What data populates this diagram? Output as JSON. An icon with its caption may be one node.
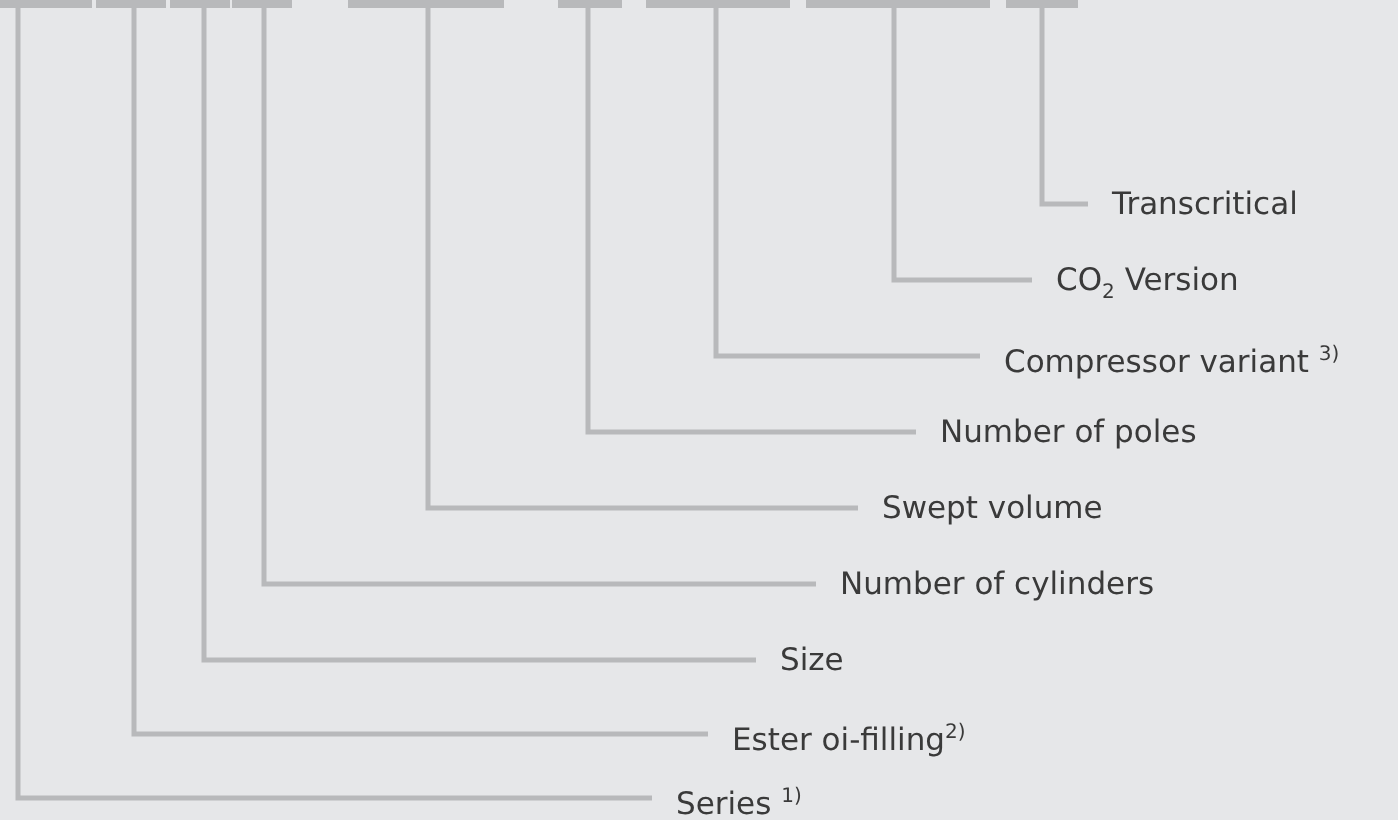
{
  "diagram": {
    "nodes": [
      {
        "text": [],
        "shape": "bar"
      },
      {
        "text": [],
        "shape": "bar"
      },
      {
        "text": [],
        "shape": "bar"
      },
      {
        "text": [],
        "shape": "bar"
      },
      {
        "text": [],
        "shape": "bar"
      },
      {
        "text": [],
        "shape": "bar"
      },
      {
        "text": [],
        "shape": "bar"
      },
      {
        "text": [],
        "shape": "bar"
      },
      {
        "text": [],
        "shape": "bar"
      },
      {
        "text": [
          "Transcritical"
        ]
      },
      {
        "text": [
          "CO$_{2}$ Version"
        ]
      },
      {
        "text": [
          "Compressor variant $^{3)}$"
        ]
      },
      {
        "text": [
          "Number of poles"
        ]
      },
      {
        "text": [
          "Swept volume"
        ]
      },
      {
        "text": [
          "Number of cylinders"
        ]
      },
      {
        "text": [
          "Size"
        ]
      },
      {
        "text": [
          "Ester oi-filling$^{2)}$"
        ]
      },
      {
        "text": [
          "Series $^{1)}$"
        ]
      }
    ],
    "edges": [
      {
        "from": 0,
        "to": 17,
        "arrow": "none"
      },
      {
        "from": 1,
        "to": 16,
        "arrow": "none"
      },
      {
        "from": 2,
        "to": 15,
        "arrow": "none"
      },
      {
        "from": 3,
        "to": 14,
        "arrow": "none"
      },
      {
        "from": 4,
        "to": 13,
        "arrow": "none"
      },
      {
        "from": 5,
        "to": 12,
        "arrow": "none"
      },
      {
        "from": 6,
        "to": 11,
        "arrow": "none"
      },
      {
        "from": 7,
        "to": 10,
        "arrow": "none"
      },
      {
        "from": 8,
        "to": 9,
        "arrow": "none"
      }
    ]
  }
}
